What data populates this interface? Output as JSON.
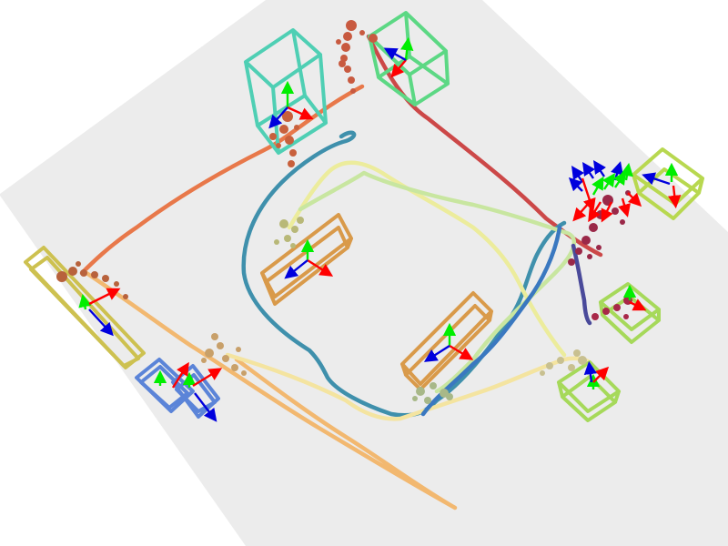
{
  "scene": {
    "background": "#ffffff",
    "floor_color": "#ececec",
    "axis_colors": {
      "x": "#ff0000",
      "y": "#00ee00",
      "z": "#0000dd"
    },
    "boxes": [
      {
        "name": "teal-tall-box",
        "color": "#4fcfb4"
      },
      {
        "name": "green-box-top",
        "color": "#5cd884"
      },
      {
        "name": "orange-box-center",
        "color": "#d99a4a"
      },
      {
        "name": "orange-box-right",
        "color": "#d99a4a"
      },
      {
        "name": "olive-box-left",
        "color": "#cdc150"
      },
      {
        "name": "blue-box-left-a",
        "color": "#5b84d8"
      },
      {
        "name": "blue-box-left-b",
        "color": "#5b84d8"
      },
      {
        "name": "lime-box-right-top",
        "color": "#b8d850"
      },
      {
        "name": "lime-box-right-mid",
        "color": "#a6d95a"
      },
      {
        "name": "lime-box-right-bottom",
        "color": "#a6d95a"
      }
    ],
    "trajectories": [
      {
        "name": "orange-trajectory-top",
        "color": "#e8784a"
      },
      {
        "name": "red-trajectory-top",
        "color": "#cc4848"
      },
      {
        "name": "teal-blue-loop-trajectory",
        "color": "#3f90ac"
      },
      {
        "name": "pale-yellow-trajectory",
        "color": "#ecec9c"
      },
      {
        "name": "light-green-trajectory",
        "color": "#c8e6a0"
      },
      {
        "name": "peach-trajectory-bottom",
        "color": "#f2b870"
      },
      {
        "name": "cream-trajectory-bottom",
        "color": "#f4e4a0"
      },
      {
        "name": "navy-trajectory-right",
        "color": "#4a4a9a"
      },
      {
        "name": "blue-trajectory-right",
        "color": "#3a78c0"
      }
    ],
    "point_clusters": [
      {
        "name": "human-figure-top",
        "color": "#c85a40"
      },
      {
        "name": "human-figure-teal-box",
        "color": "#c8603c"
      },
      {
        "name": "human-figure-left",
        "color": "#b8623c"
      },
      {
        "name": "object-cluster-left",
        "color": "#c8a06a"
      },
      {
        "name": "object-cluster-center",
        "color": "#b8b878"
      },
      {
        "name": "object-cluster-bottom",
        "color": "#a8b888"
      },
      {
        "name": "object-cluster-right",
        "color": "#c8c090"
      },
      {
        "name": "human-figure-right",
        "color": "#9a2848"
      },
      {
        "name": "human-figure-right-lower",
        "color": "#a82848"
      }
    ]
  }
}
